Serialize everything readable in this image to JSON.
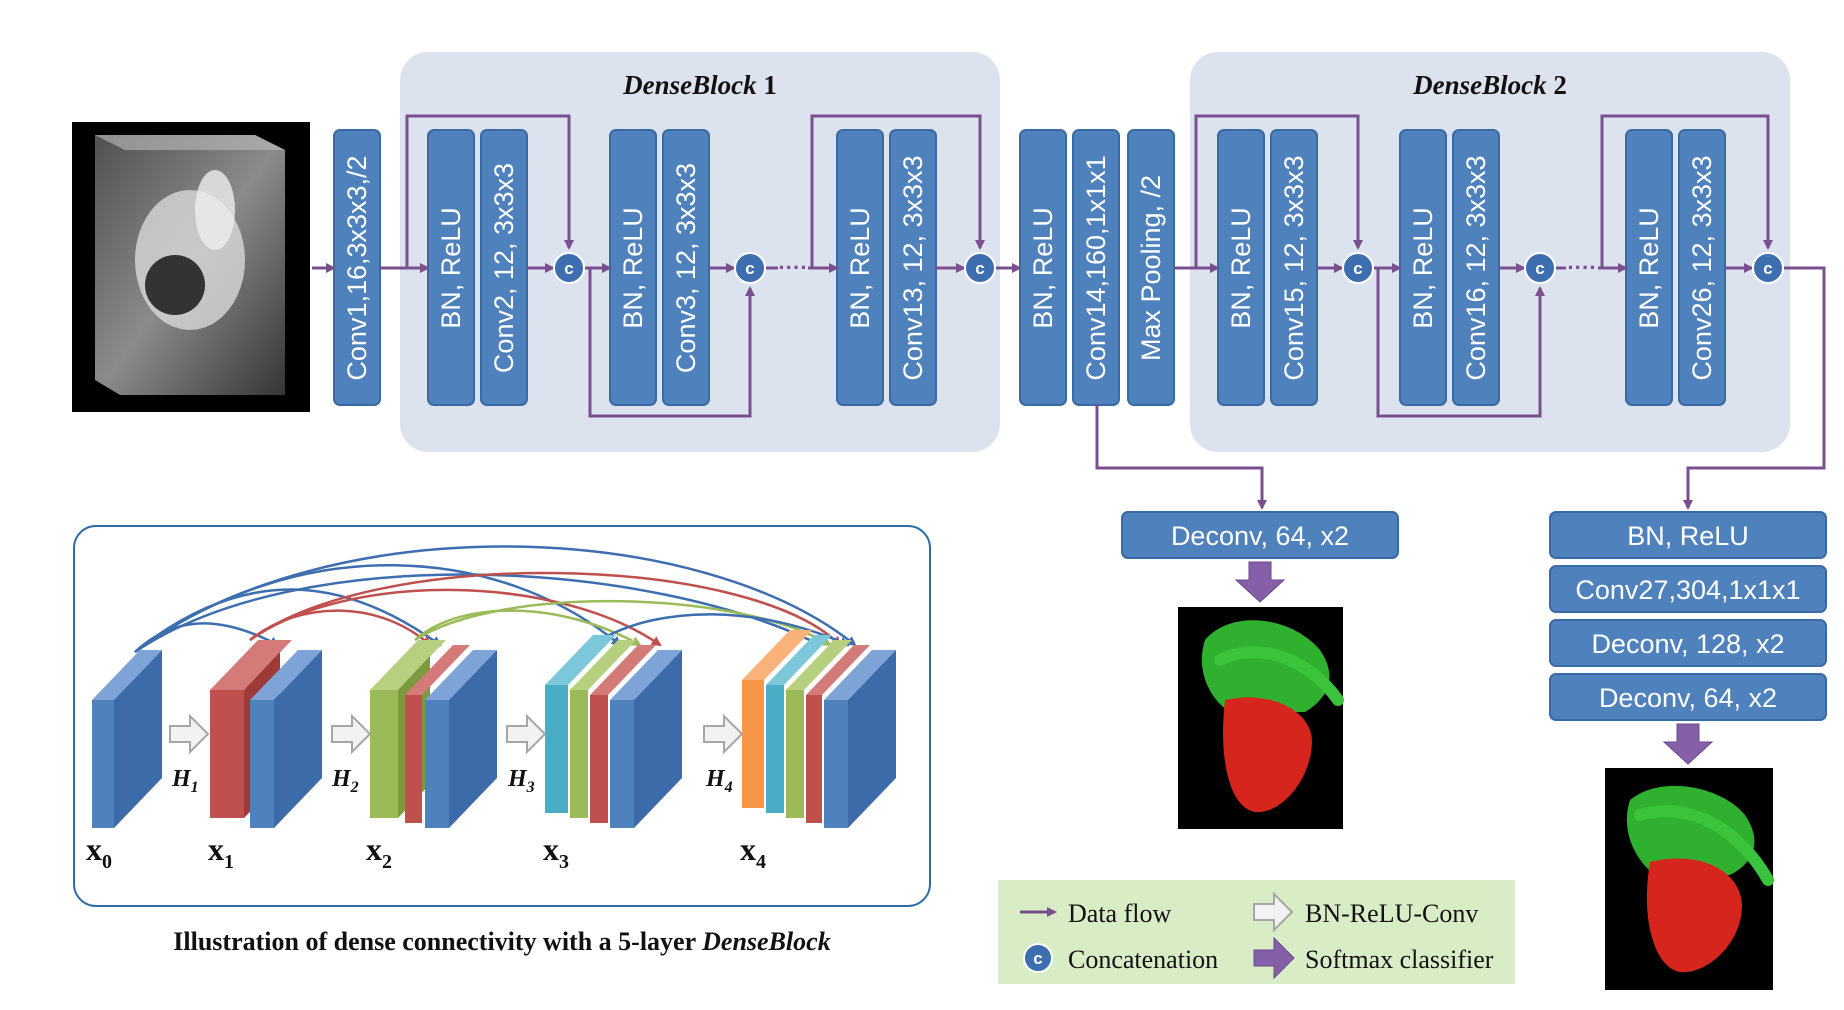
{
  "dense_block_1": {
    "title": "DenseBlock",
    "number": " 1"
  },
  "dense_block_2": {
    "title": "DenseBlock",
    "number": " 2"
  },
  "layers": {
    "conv1": "Conv1,16,3x3x3,/2",
    "db1": [
      {
        "bn": "BN, ReLU",
        "conv": "Conv2, 12, 3x3x3"
      },
      {
        "bn": "BN, ReLU",
        "conv": "Conv3, 12, 3x3x3"
      },
      {
        "bn": "BN, ReLU",
        "conv": "Conv13, 12, 3x3x3"
      }
    ],
    "transition": {
      "bn": "BN, ReLU",
      "conv": "Conv14,160,1x1x1",
      "pool": "Max Pooling, /2"
    },
    "db2": [
      {
        "bn": "BN, ReLU",
        "conv": "Conv15, 12, 3x3x3"
      },
      {
        "bn": "BN, ReLU",
        "conv": "Conv16, 12, 3x3x3"
      },
      {
        "bn": "BN, ReLU",
        "conv": "Conv26, 12, 3x3x3"
      }
    ],
    "concat_letter": "c",
    "ellipsis": "····"
  },
  "branch1": {
    "deconv": "Deconv, 64, x2"
  },
  "branch2": {
    "bn": "BN, ReLU",
    "conv": "Conv27,304,1x1x1",
    "deconv1": "Deconv, 128, x2",
    "deconv2": "Deconv, 64, x2"
  },
  "illustration": {
    "caption_prefix": "Illustration of dense connectivity with a 5-layer ",
    "caption_italic": "DenseBlock",
    "x_labels": [
      {
        "base": "x",
        "sub": "0"
      },
      {
        "base": "x",
        "sub": "1"
      },
      {
        "base": "x",
        "sub": "2"
      },
      {
        "base": "x",
        "sub": "3"
      },
      {
        "base": "x",
        "sub": "4"
      }
    ],
    "h_labels": [
      {
        "base": "H",
        "sub": "1"
      },
      {
        "base": "H",
        "sub": "2"
      },
      {
        "base": "H",
        "sub": "3"
      },
      {
        "base": "H",
        "sub": "4"
      }
    ]
  },
  "legend": {
    "data_flow": "Data flow",
    "concatenation": "Concatenation",
    "bn_relu_conv": "BN-ReLU-Conv",
    "softmax": "Softmax classifier",
    "c": "c"
  },
  "colors": {
    "block_blue": "#4f81bd",
    "block_border": "#3a6aa3",
    "dense_block_bg": "#dde3ee",
    "arrow_purple": "#7a4f8f",
    "legend_bg": "#d8ecc6",
    "x0": "#4f81bd",
    "h1_red": "#c0504d",
    "h2_green": "#9bbb59",
    "h3_cyan": "#4bacc6",
    "h4_orange": "#f79646"
  }
}
